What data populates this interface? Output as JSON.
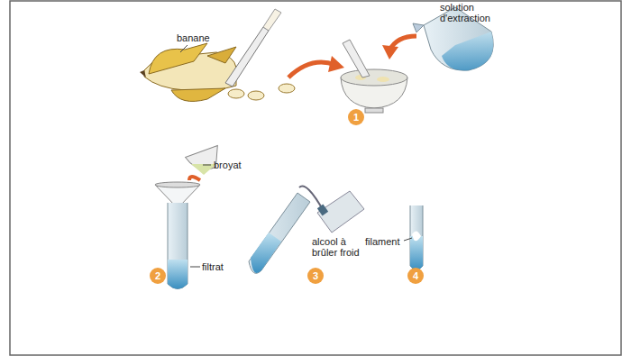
{
  "diagram": {
    "nodes": [
      {
        "text": [
          "1"
        ]
      },
      {
        "text": [
          "2"
        ]
      },
      {
        "text": [
          "3"
        ]
      },
      {
        "text": [
          "4"
        ]
      }
    ],
    "labels": [
      "banane",
      "solution d'extraction",
      "broyat",
      "filtrat",
      "alcool à brûler froid",
      "filament"
    ]
  }
}
